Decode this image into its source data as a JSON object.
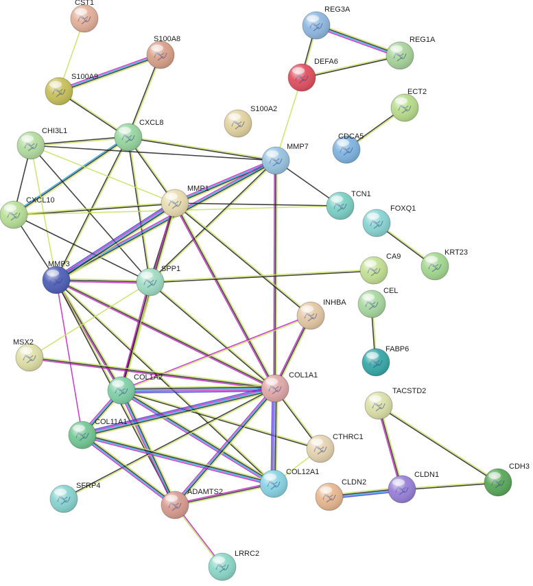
{
  "network": {
    "nodes": [
      {
        "id": "CST1",
        "label": "CST1",
        "color": "#e3b09a"
      },
      {
        "id": "REG3A",
        "label": "REG3A",
        "color": "#8fb8e0"
      },
      {
        "id": "S100A8",
        "label": "S100A8",
        "color": "#d9a088"
      },
      {
        "id": "REG1A",
        "label": "REG1A",
        "color": "#a8d49a"
      },
      {
        "id": "DEFA6",
        "label": "DEFA6",
        "color": "#e05060"
      },
      {
        "id": "S100A9",
        "label": "S100A9",
        "color": "#c8c05a"
      },
      {
        "id": "ECT2",
        "label": "ECT2",
        "color": "#b8dc8c"
      },
      {
        "id": "S100A2",
        "label": "S100A2",
        "color": "#e2d3a0"
      },
      {
        "id": "CXCL8",
        "label": "CXCL8",
        "color": "#98d6a0"
      },
      {
        "id": "CHI3L1",
        "label": "CHI3L1",
        "color": "#b4dca0"
      },
      {
        "id": "CDCA5",
        "label": "CDCA5",
        "color": "#7fb4e0"
      },
      {
        "id": "MMP7",
        "label": "MMP7",
        "color": "#98c4e0"
      },
      {
        "id": "MMP1",
        "label": "MMP1",
        "color": "#e8dcb0"
      },
      {
        "id": "TCN1",
        "label": "TCN1",
        "color": "#7cd0c4"
      },
      {
        "id": "FOXQ1",
        "label": "FOXQ1",
        "color": "#8ad4d4"
      },
      {
        "id": "CXCL10",
        "label": "CXCL10",
        "color": "#b8e098"
      },
      {
        "id": "KRT23",
        "label": "KRT23",
        "color": "#a4d890"
      },
      {
        "id": "CA9",
        "label": "CA9",
        "color": "#c4e094"
      },
      {
        "id": "MMP3",
        "label": "MMP3",
        "color": "#5060b8"
      },
      {
        "id": "SPP1",
        "label": "SPP1",
        "color": "#a0dcc4"
      },
      {
        "id": "CEL",
        "label": "CEL",
        "color": "#a8d8a0"
      },
      {
        "id": "INHBA",
        "label": "INHBA",
        "color": "#e4c8a4"
      },
      {
        "id": "FABP6",
        "label": "FABP6",
        "color": "#38a8a8"
      },
      {
        "id": "MSX2",
        "label": "MSX2",
        "color": "#e0e0a8"
      },
      {
        "id": "COL1A2",
        "label": "COL1A2",
        "color": "#80d0a8"
      },
      {
        "id": "COL1A1",
        "label": "COL1A1",
        "color": "#e0a8a8"
      },
      {
        "id": "TACSTD2",
        "label": "TACSTD2",
        "color": "#dce0a8"
      },
      {
        "id": "COL11A1",
        "label": "COL11A1",
        "color": "#74c894"
      },
      {
        "id": "CTHRC1",
        "label": "CTHRC1",
        "color": "#e6d4b0"
      },
      {
        "id": "CDH3",
        "label": "CDH3",
        "color": "#5aa85a"
      },
      {
        "id": "CLDN2",
        "label": "CLDN2",
        "color": "#e8b890"
      },
      {
        "id": "COL12A1",
        "label": "COL12A1",
        "color": "#88d4e4"
      },
      {
        "id": "CLDN1",
        "label": "CLDN1",
        "color": "#9880d8"
      },
      {
        "id": "SFRP4",
        "label": "SFRP4",
        "color": "#88d4d0"
      },
      {
        "id": "ADAMTS2",
        "label": "ADAMTS2",
        "color": "#d89c90"
      },
      {
        "id": "LRRC2",
        "label": "LRRC2",
        "color": "#8cd8c8"
      }
    ],
    "edges": [
      {
        "source": "CST1",
        "target": "S100A9",
        "evidence": [
          "#c8e060"
        ]
      },
      {
        "source": "S100A8",
        "target": "S100A9",
        "evidence": [
          "#c8e060",
          "#202020",
          "#20a0e0",
          "#c020c0"
        ]
      },
      {
        "source": "S100A8",
        "target": "CXCL8",
        "evidence": [
          "#c8e060",
          "#202020"
        ]
      },
      {
        "source": "S100A9",
        "target": "CXCL8",
        "evidence": [
          "#c8e060",
          "#202020"
        ]
      },
      {
        "source": "REG3A",
        "target": "REG1A",
        "evidence": [
          "#c8e060",
          "#202020",
          "#20a0e0",
          "#c020c0"
        ]
      },
      {
        "source": "REG3A",
        "target": "DEFA6",
        "evidence": [
          "#c8e060",
          "#202020"
        ]
      },
      {
        "source": "DEFA6",
        "target": "REG1A",
        "evidence": [
          "#c8e060",
          "#202020"
        ]
      },
      {
        "source": "DEFA6",
        "target": "MMP7",
        "evidence": [
          "#c8e060"
        ]
      },
      {
        "source": "ECT2",
        "target": "CDCA5",
        "evidence": [
          "#c8e060",
          "#202020"
        ]
      },
      {
        "source": "CXCL8",
        "target": "CHI3L1",
        "evidence": [
          "#c8e060",
          "#202020"
        ]
      },
      {
        "source": "CXCL8",
        "target": "CXCL10",
        "evidence": [
          "#c8e060",
          "#202020",
          "#20a0e0"
        ]
      },
      {
        "source": "CXCL8",
        "target": "MMP1",
        "evidence": [
          "#c8e060",
          "#202020"
        ]
      },
      {
        "source": "CXCL8",
        "target": "MMP3",
        "evidence": [
          "#c8e060",
          "#202020"
        ]
      },
      {
        "source": "CXCL8",
        "target": "SPP1",
        "evidence": [
          "#c8e060",
          "#202020"
        ]
      },
      {
        "source": "CXCL8",
        "target": "MMP7",
        "evidence": [
          "#c8e060",
          "#202020"
        ]
      },
      {
        "source": "CHI3L1",
        "target": "MMP1",
        "evidence": [
          "#c8e060"
        ]
      },
      {
        "source": "CHI3L1",
        "target": "CXCL10",
        "evidence": [
          "#202020"
        ]
      },
      {
        "source": "CHI3L1",
        "target": "MMP3",
        "evidence": [
          "#c8e060"
        ]
      },
      {
        "source": "CHI3L1",
        "target": "SPP1",
        "evidence": [
          "#202020"
        ]
      },
      {
        "source": "CHI3L1",
        "target": "MMP7",
        "evidence": [
          "#202020"
        ]
      },
      {
        "source": "CXCL10",
        "target": "MMP1",
        "evidence": [
          "#c8e060",
          "#202020"
        ]
      },
      {
        "source": "CXCL10",
        "target": "MMP3",
        "evidence": [
          "#202020"
        ]
      },
      {
        "source": "CXCL10",
        "target": "SPP1",
        "evidence": [
          "#202020"
        ]
      },
      {
        "source": "CXCL10",
        "target": "TCN1",
        "evidence": [
          "#c8e060"
        ]
      },
      {
        "source": "MMP7",
        "target": "MMP1",
        "evidence": [
          "#c8e060",
          "#202020",
          "#20a0e0",
          "#c020c0"
        ]
      },
      {
        "source": "MMP7",
        "target": "MMP3",
        "evidence": [
          "#c8e060",
          "#202020",
          "#20a0e0",
          "#c020c0"
        ]
      },
      {
        "source": "MMP7",
        "target": "SPP1",
        "evidence": [
          "#c8e060",
          "#202020"
        ]
      },
      {
        "source": "MMP7",
        "target": "TCN1",
        "evidence": [
          "#202020"
        ]
      },
      {
        "source": "MMP7",
        "target": "COL1A1",
        "evidence": [
          "#c8e060",
          "#202020",
          "#c020c0"
        ]
      },
      {
        "source": "MMP1",
        "target": "MMP3",
        "evidence": [
          "#c8e060",
          "#202020",
          "#20a0e0",
          "#c020c0",
          "#4040d0"
        ]
      },
      {
        "source": "MMP1",
        "target": "SPP1",
        "evidence": [
          "#c8e060",
          "#202020"
        ]
      },
      {
        "source": "MMP1",
        "target": "TCN1",
        "evidence": [
          "#202020"
        ]
      },
      {
        "source": "MMP1",
        "target": "COL1A2",
        "evidence": [
          "#c8e060",
          "#202020",
          "#c020c0"
        ]
      },
      {
        "source": "MMP1",
        "target": "COL1A1",
        "evidence": [
          "#c8e060",
          "#202020",
          "#c020c0"
        ]
      },
      {
        "source": "MMP1",
        "target": "INHBA",
        "evidence": [
          "#c8e060",
          "#202020"
        ]
      },
      {
        "source": "MMP3",
        "target": "SPP1",
        "evidence": [
          "#c8e060",
          "#202020",
          "#c020c0"
        ]
      },
      {
        "source": "MMP3",
        "target": "COL1A2",
        "evidence": [
          "#c8e060",
          "#202020",
          "#c020c0"
        ]
      },
      {
        "source": "MMP3",
        "target": "COL1A1",
        "evidence": [
          "#c8e060",
          "#202020",
          "#c020c0"
        ]
      },
      {
        "source": "MMP3",
        "target": "COL11A1",
        "evidence": [
          "#c020c0"
        ]
      },
      {
        "source": "MMP3",
        "target": "COL12A1",
        "evidence": [
          "#c8e060",
          "#202020"
        ]
      },
      {
        "source": "MMP3",
        "target": "ADAMTS2",
        "evidence": [
          "#c8e060",
          "#202020"
        ]
      },
      {
        "source": "SPP1",
        "target": "CA9",
        "evidence": [
          "#c8e060",
          "#202020"
        ]
      },
      {
        "source": "SPP1",
        "target": "COL1A1",
        "evidence": [
          "#c8e060",
          "#202020"
        ]
      },
      {
        "source": "SPP1",
        "target": "COL1A2",
        "evidence": [
          "#c8e060",
          "#202020",
          "#c020c0"
        ]
      },
      {
        "source": "SPP1",
        "target": "MSX2",
        "evidence": [
          "#c8e060"
        ]
      },
      {
        "source": "FOXQ1",
        "target": "KRT23",
        "evidence": [
          "#c8e060",
          "#202020"
        ]
      },
      {
        "source": "CEL",
        "target": "FABP6",
        "evidence": [
          "#c8e060",
          "#202020"
        ]
      },
      {
        "source": "INHBA",
        "target": "COL1A1",
        "evidence": [
          "#c8e060",
          "#202020",
          "#c020c0"
        ]
      },
      {
        "source": "INHBA",
        "target": "COL1A2",
        "evidence": [
          "#c8e060",
          "#c020c0"
        ]
      },
      {
        "source": "MSX2",
        "target": "COL1A1",
        "evidence": [
          "#c8e060",
          "#202020",
          "#c020c0"
        ]
      },
      {
        "source": "COL1A2",
        "target": "COL1A1",
        "evidence": [
          "#c8e060",
          "#202020",
          "#20a0e0",
          "#c020c0",
          "#4040d0"
        ]
      },
      {
        "source": "COL1A2",
        "target": "COL11A1",
        "evidence": [
          "#c8e060",
          "#202020",
          "#20a0e0",
          "#c020c0"
        ]
      },
      {
        "source": "COL1A2",
        "target": "COL12A1",
        "evidence": [
          "#c8e060",
          "#202020",
          "#20a0e0",
          "#c020c0"
        ]
      },
      {
        "source": "COL1A2",
        "target": "ADAMTS2",
        "evidence": [
          "#c8e060",
          "#202020",
          "#20a0e0",
          "#c020c0"
        ]
      },
      {
        "source": "COL1A2",
        "target": "CTHRC1",
        "evidence": [
          "#c8e060",
          "#202020"
        ]
      },
      {
        "source": "COL1A1",
        "target": "COL11A1",
        "evidence": [
          "#c8e060",
          "#202020",
          "#20a0e0",
          "#c020c0",
          "#4040d0"
        ]
      },
      {
        "source": "COL1A1",
        "target": "COL12A1",
        "evidence": [
          "#c8e060",
          "#202020",
          "#20a0e0",
          "#c020c0",
          "#4040d0"
        ]
      },
      {
        "source": "COL1A1",
        "target": "ADAMTS2",
        "evidence": [
          "#c8e060",
          "#202020",
          "#20a0e0",
          "#c020c0"
        ]
      },
      {
        "source": "COL1A1",
        "target": "CTHRC1",
        "evidence": [
          "#c8e060",
          "#202020"
        ]
      },
      {
        "source": "COL1A1",
        "target": "SFRP4",
        "evidence": [
          "#c8e060",
          "#202020"
        ]
      },
      {
        "source": "COL11A1",
        "target": "COL12A1",
        "evidence": [
          "#c8e060",
          "#202020",
          "#20a0e0",
          "#c020c0"
        ]
      },
      {
        "source": "COL11A1",
        "target": "ADAMTS2",
        "evidence": [
          "#c8e060",
          "#202020",
          "#20a0e0",
          "#c020c0"
        ]
      },
      {
        "source": "COL12A1",
        "target": "ADAMTS2",
        "evidence": [
          "#c8e060",
          "#202020",
          "#c020c0"
        ]
      },
      {
        "source": "CTHRC1",
        "target": "COL12A1",
        "evidence": [
          "#c8e060"
        ]
      },
      {
        "source": "ADAMTS2",
        "target": "LRRC2",
        "evidence": [
          "#c020c0",
          "#c8e060"
        ]
      },
      {
        "source": "TACSTD2",
        "target": "CLDN1",
        "evidence": [
          "#c8e060",
          "#202020",
          "#c020c0"
        ]
      },
      {
        "source": "TACSTD2",
        "target": "CDH3",
        "evidence": [
          "#c8e060",
          "#202020"
        ]
      },
      {
        "source": "CLDN2",
        "target": "CLDN1",
        "evidence": [
          "#c8e060",
          "#202020",
          "#20a0e0",
          "#4040d0"
        ]
      },
      {
        "source": "CLDN1",
        "target": "CDH3",
        "evidence": [
          "#c8e060",
          "#202020"
        ]
      }
    ]
  }
}
